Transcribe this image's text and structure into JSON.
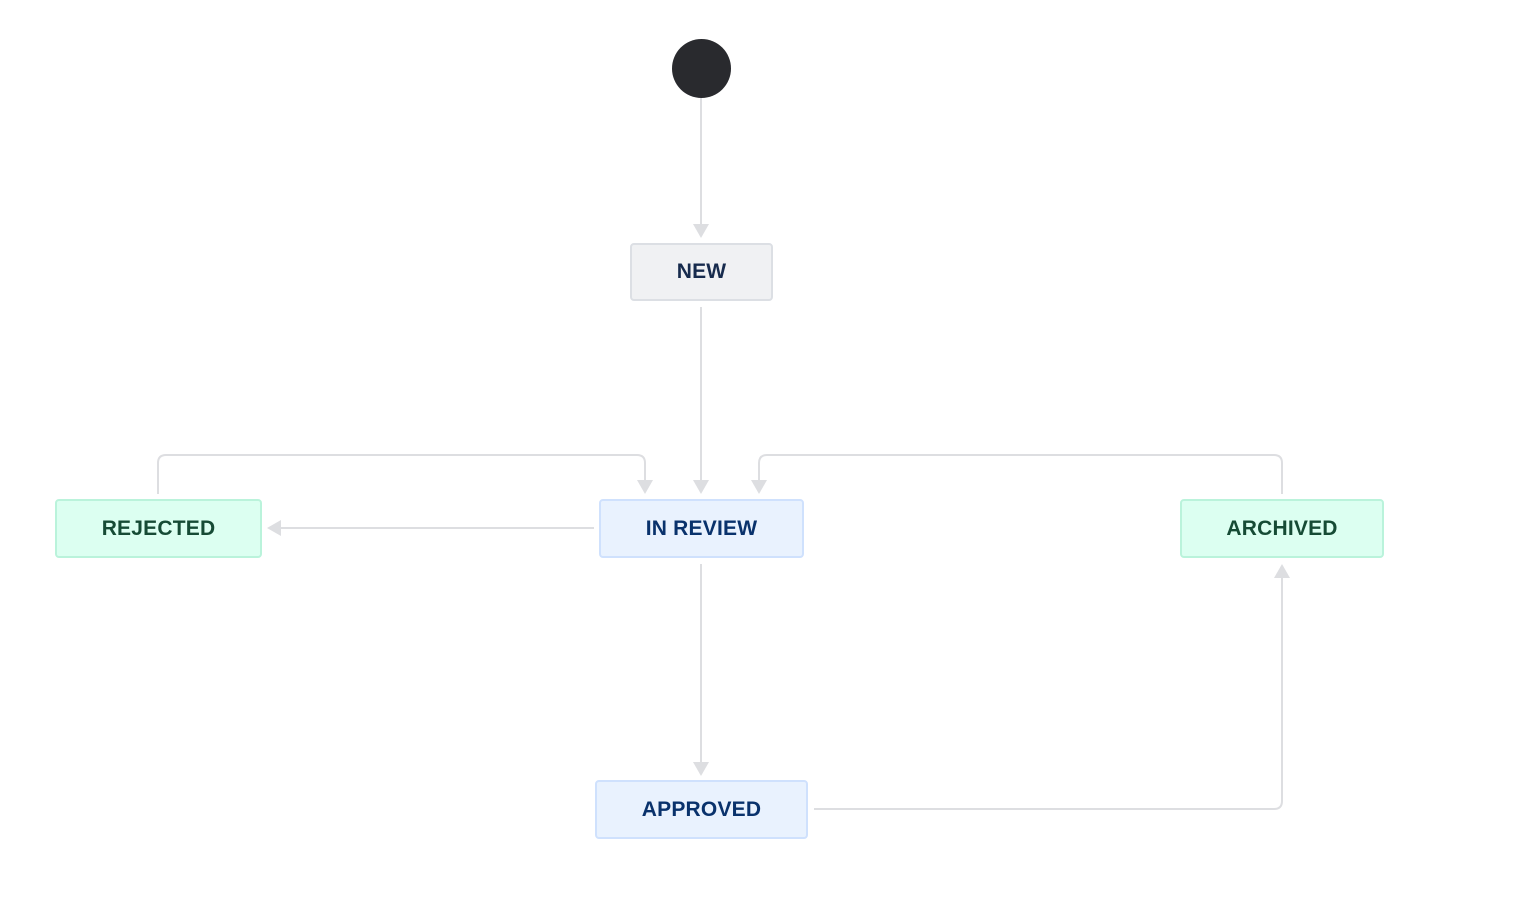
{
  "diagram": {
    "type": "workflow",
    "colors": {
      "background": "#ffffff",
      "start_node": "#292a2e",
      "transition_line": "#dddee1",
      "todo_fill": "#f0f1f3",
      "todo_border": "#dcdfe4",
      "todo_text": "#172b4d",
      "in_progress_fill": "#e9f2fe",
      "in_progress_border": "#cfe1fd",
      "in_progress_text": "#09326c",
      "done_fill": "#dcfff1",
      "done_border": "#baf3db",
      "done_text": "#164b35"
    },
    "nodes": [
      {
        "id": "start",
        "kind": "initial",
        "label": ""
      },
      {
        "id": "new",
        "label": "NEW",
        "category": "todo"
      },
      {
        "id": "in_review",
        "label": "IN REVIEW",
        "category": "in_progress"
      },
      {
        "id": "approved",
        "label": "APPROVED",
        "category": "in_progress"
      },
      {
        "id": "rejected",
        "label": "REJECTED",
        "category": "done"
      },
      {
        "id": "archived",
        "label": "ARCHIVED",
        "category": "done"
      }
    ],
    "transitions": [
      {
        "from": "start",
        "to": "new"
      },
      {
        "from": "new",
        "to": "in_review"
      },
      {
        "from": "in_review",
        "to": "rejected"
      },
      {
        "from": "rejected",
        "to": "in_review"
      },
      {
        "from": "in_review",
        "to": "approved"
      },
      {
        "from": "approved",
        "to": "archived"
      },
      {
        "from": "archived",
        "to": "in_review"
      }
    ]
  }
}
